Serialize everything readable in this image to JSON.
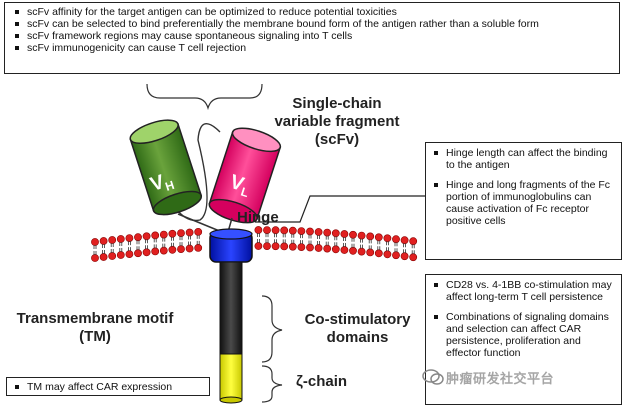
{
  "top_box": {
    "bullets": [
      "scFv affinity for the target antigen can be optimized to reduce potential toxicities",
      "scFv can be selected to bind preferentially the membrane bound form of the antigen rather than a soluble form",
      "scFv framework regions may cause spontaneous signaling into T cells",
      "scFv immunogenicity can cause T cell rejection"
    ]
  },
  "labels": {
    "scfv": "Single-chain variable fragment (scFv)",
    "hinge": "Hinge",
    "transmembrane": "Transmembrane motif (TM)",
    "costim": "Co-stimulatory domains",
    "zeta": "ζ-chain",
    "vh": "V",
    "vh_sub": "H",
    "vl": "V",
    "vl_sub": "L"
  },
  "hinge_box": {
    "bullets": [
      "Hinge length can affect the binding to the antigen",
      "Hinge and long fragments of the Fc portion of immunoglobulins can cause activation of Fc receptor positive cells"
    ]
  },
  "costim_box": {
    "bullets": [
      "CD28 vs. 4-1BB co-stimulation may affect long-term T cell persistence",
      "Combinations of signaling domains and selection can affect CAR persistence, proliferation and effector function"
    ]
  },
  "tm_box": {
    "bullets": [
      "TM may affect CAR expression"
    ]
  },
  "watermark": "肿瘤研发社交平台",
  "colors": {
    "vh_fill": "#4a8a2a",
    "vl_fill": "#ff2a80",
    "hinge_fill": "#1a2bd6",
    "tm_fill": "#2b2b2b",
    "zeta_fill": "#f5f516",
    "membrane": "#e02020"
  }
}
